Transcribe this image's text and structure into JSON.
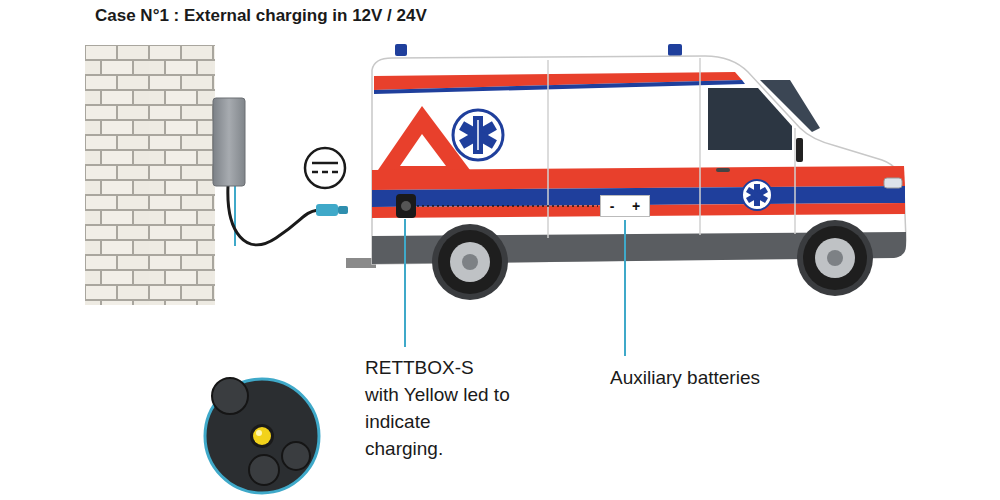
{
  "diagram": {
    "title": "Case N°1 : External charging in 12V / 24V",
    "nodes": [
      {
        "text": [
          "-",
          "+"
        ]
      }
    ],
    "labels": [
      "RETTBOX-S with Yellow led to indicate charging.",
      "Auxiliary batteries"
    ]
  }
}
